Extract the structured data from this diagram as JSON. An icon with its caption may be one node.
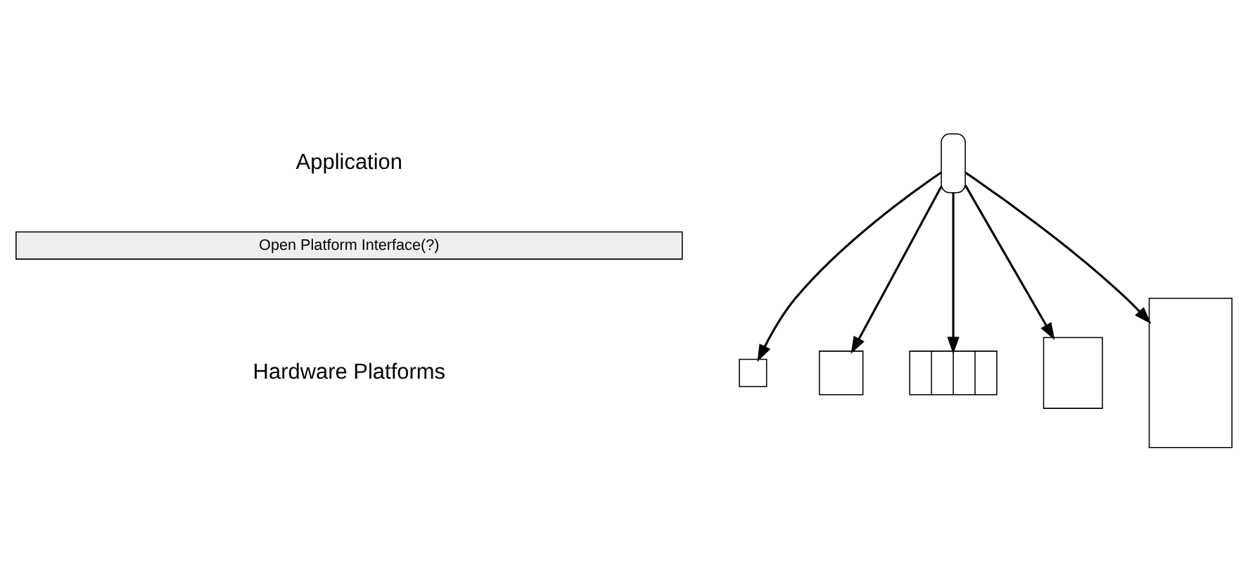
{
  "diagram": {
    "nodes": [
      {
        "text": [],
        "shape": "box"
      },
      {
        "text": [
          "Open Platform Interface(?)"
        ]
      },
      {
        "text": [],
        "shape": "box"
      },
      {
        "text": [],
        "shape": "box"
      },
      {
        "text": [],
        "shape": "box"
      },
      {
        "text": [],
        "shape": "box"
      },
      {
        "text": [],
        "shape": "box"
      }
    ],
    "edges": [
      {
        "from": 0,
        "to": 2,
        "arrow": "to"
      },
      {
        "from": 0,
        "to": 3,
        "arrow": "to"
      },
      {
        "from": 0,
        "to": 4,
        "arrow": "to"
      },
      {
        "from": 0,
        "to": 5,
        "arrow": "to"
      },
      {
        "from": 0,
        "to": 6,
        "arrow": "to"
      }
    ],
    "labels": [
      "Application",
      "Hardware Platforms"
    ]
  }
}
